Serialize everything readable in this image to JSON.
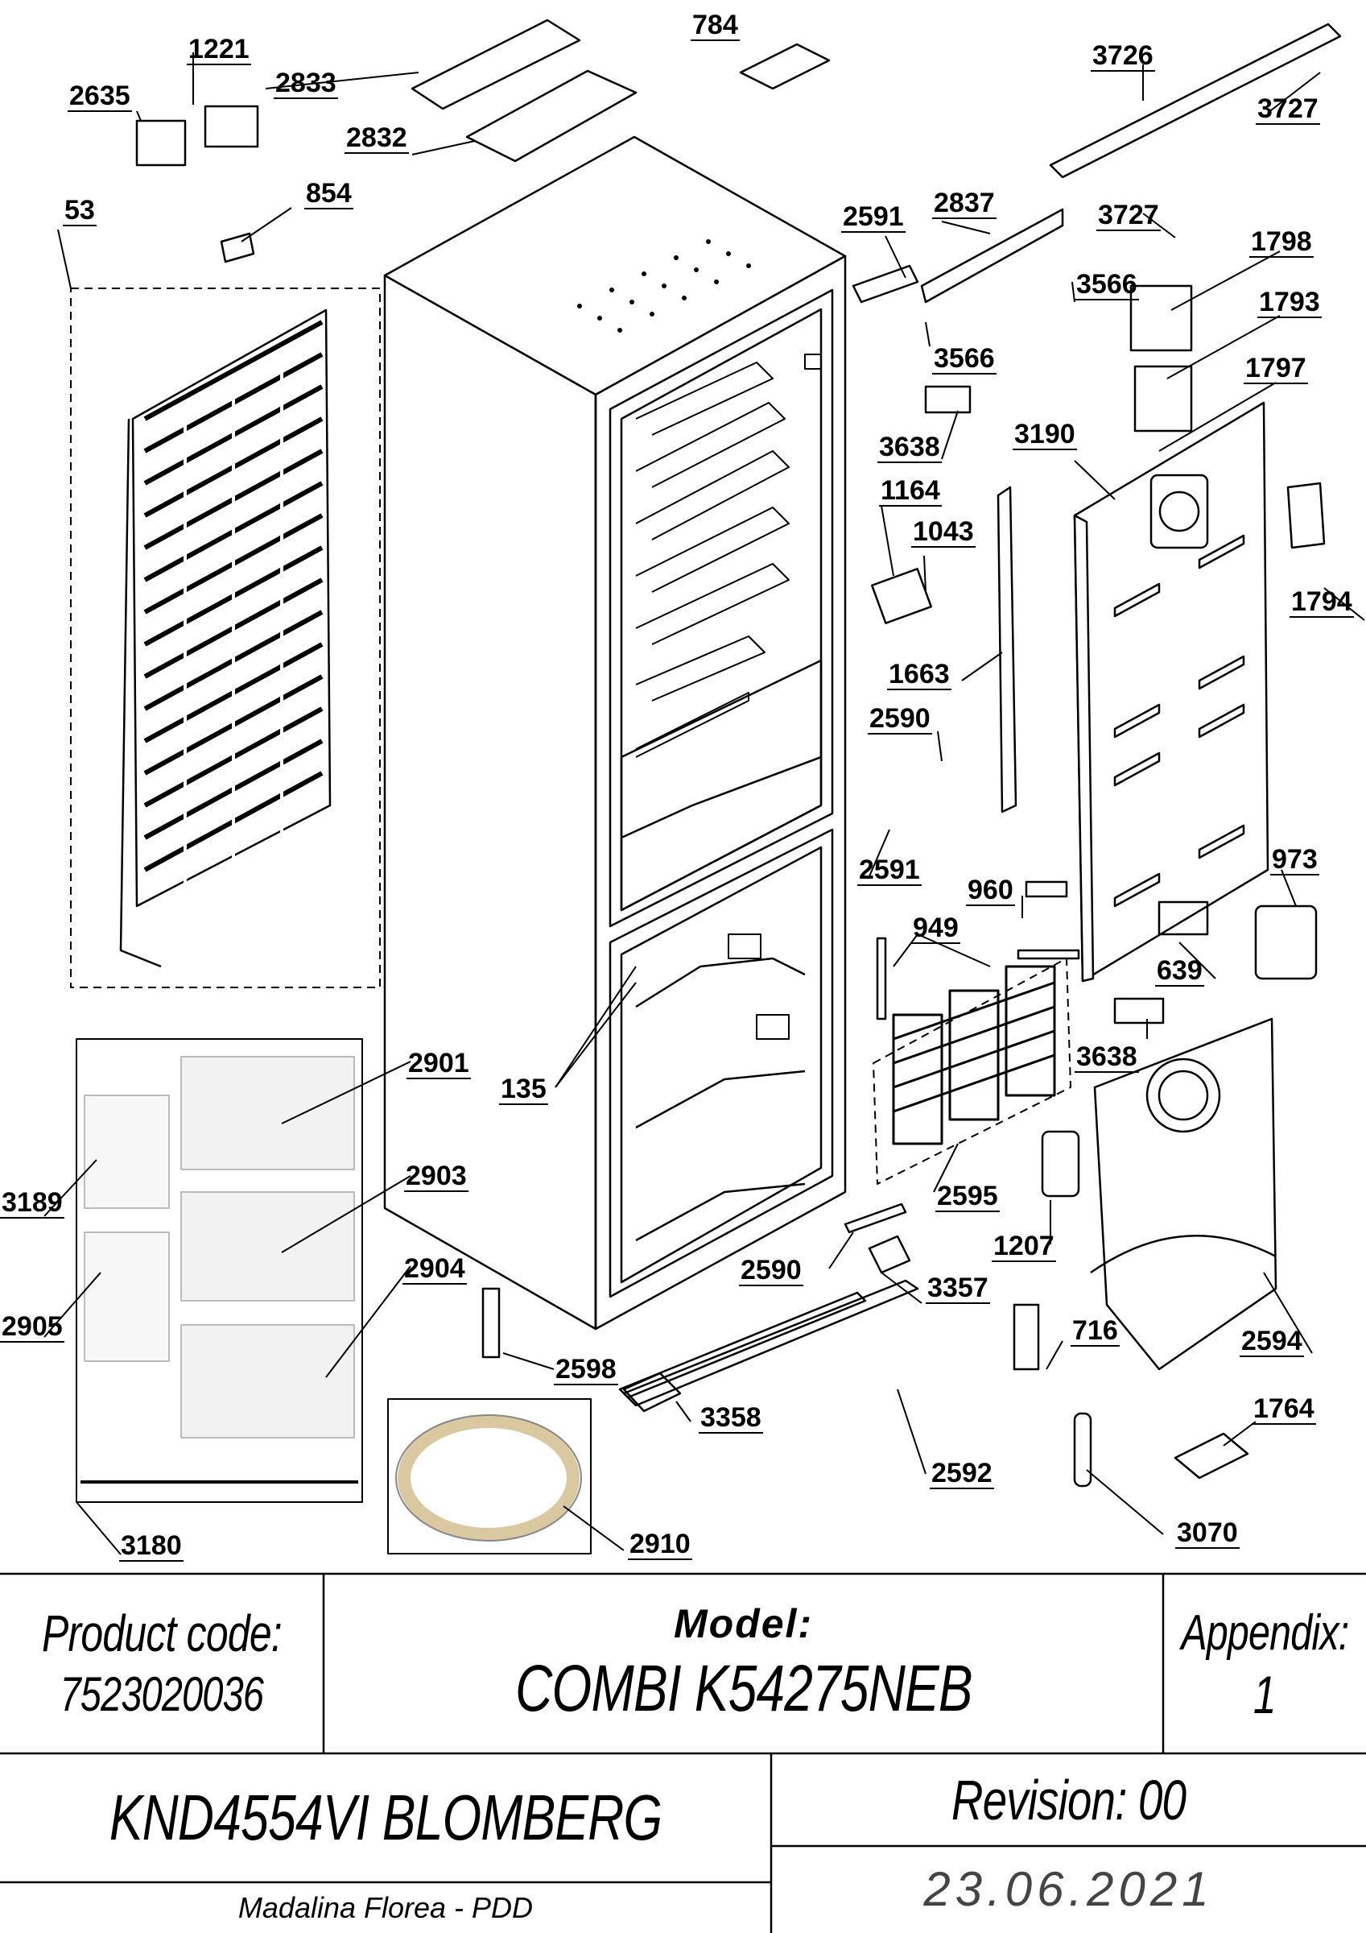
{
  "callouts": [
    "1221",
    "2833",
    "784",
    "3726",
    "2635",
    "3727",
    "2832",
    "854",
    "53",
    "2591",
    "2837",
    "3727",
    "1798",
    "3566",
    "1793",
    "3566",
    "1797",
    "3638",
    "3190",
    "1164",
    "1043",
    "1794",
    "1663",
    "2590",
    "2591",
    "973",
    "960",
    "949",
    "639",
    "3638",
    "2901",
    "135",
    "3189",
    "2903",
    "2595",
    "1207",
    "2904",
    "2590",
    "3357",
    "2905",
    "716",
    "2594",
    "2598",
    "3358",
    "1764",
    "2592",
    "3180",
    "2910",
    "3070"
  ],
  "title_block": {
    "product_code_label": "Product code:",
    "product_code": "7523020036",
    "model_label": "Model:",
    "model": "COMBI K54275NEB",
    "appendix_label": "Appendix:",
    "appendix": "1",
    "product_name": "KND4554VI BLOMBERG",
    "revision": "Revision: 00",
    "author": "Madalina Florea - PDD",
    "date": "23.06.2021"
  }
}
